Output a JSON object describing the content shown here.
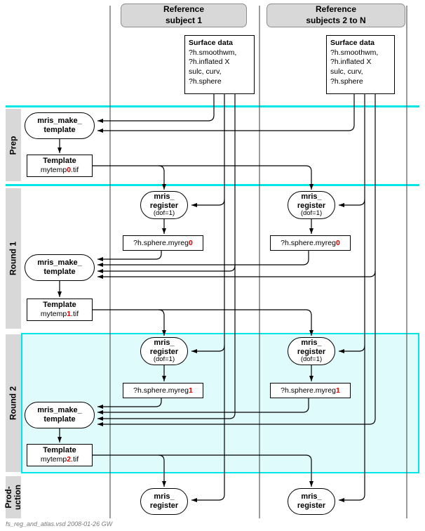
{
  "meta": {
    "footer": "fs_reg_and_atlas.vsd  2008-01-26 GW"
  },
  "columns": [
    {
      "title": [
        "Reference",
        "subject 1"
      ]
    },
    {
      "title": [
        "Reference",
        "subjects 2 to N"
      ]
    }
  ],
  "surface_box": {
    "title": "Surface data",
    "lines": [
      "?h.smoothwm,",
      "?h.inflated X",
      "sulc, curv,",
      "?h.sphere"
    ]
  },
  "phases": {
    "prep": "Prep",
    "round1": "Round 1",
    "round2": "Round 2",
    "production": [
      "Prod-",
      "uction"
    ]
  },
  "nodes": {
    "make_template": [
      "mris_make_",
      "template"
    ],
    "register": [
      "mris_",
      "register"
    ],
    "register_dof": "(dof=1)",
    "template_label": "Template",
    "template_files": [
      {
        "prefix": "mytemp",
        "n": "0",
        "suffix": ".tif"
      },
      {
        "prefix": "mytemp",
        "n": "1",
        "suffix": ".tif"
      },
      {
        "prefix": "mytemp",
        "n": "2",
        "suffix": ".tif"
      }
    ],
    "myreg_files": [
      {
        "prefix": "?h.sphere.myreg",
        "n": "0"
      },
      {
        "prefix": "?h.sphere.myreg",
        "n": "1"
      }
    ]
  },
  "colors": {
    "phase_fill": "#d8d8d8",
    "header_fill": "#d8d8d8",
    "cyan_line": "#00e6e6",
    "round2_fill": "#e0fbfb",
    "digit_red": "#e00000",
    "connector": "#000000"
  }
}
